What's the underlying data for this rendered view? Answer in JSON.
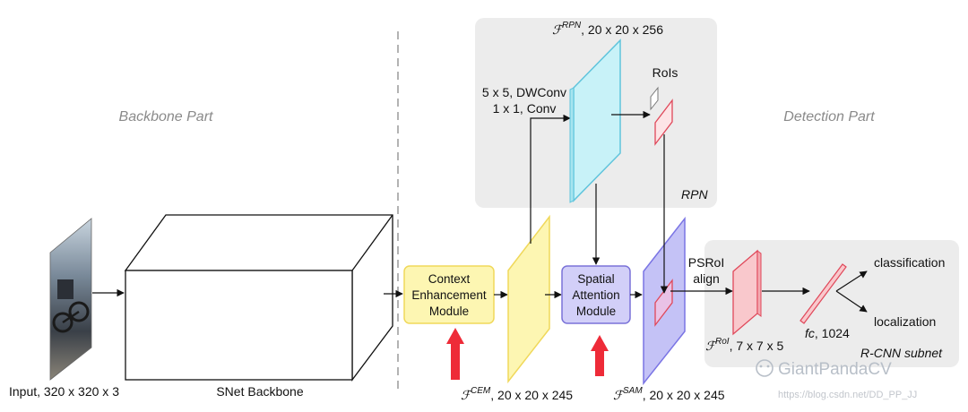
{
  "sections": {
    "backbone": "Backbone Part",
    "detection": "Detection Part"
  },
  "input_label": "Input, 320 x 320 x 3",
  "backbone_label": "SNet Backbone",
  "cem": {
    "line1": "Context",
    "line2": "Enhancement",
    "line3": "Module"
  },
  "sam": {
    "line1": "Spatial",
    "line2": "Attention",
    "line3": "Module"
  },
  "rpn": {
    "region_label": "RPN",
    "feature_symbol": "ℱ",
    "feature_sup": "RPN",
    "feature_dims": ", 20 x 20 x 256",
    "conv_line1": "5 x 5, DWConv",
    "conv_line2": "1 x 1, Conv",
    "rois_label": "RoIs"
  },
  "cem_feature": {
    "symbol": "ℱ",
    "sup": "CEM",
    "dims": ", 20 x 20 x 245"
  },
  "sam_feature": {
    "symbol": "ℱ",
    "sup": "SAM",
    "dims": ", 20 x 20 x 245"
  },
  "rcnn": {
    "psroi_line1": "PSRoI",
    "psroi_line2": "align",
    "roi_symbol": "ℱ",
    "roi_sup": "RoI",
    "roi_dims": ", 7 x 7 x 5",
    "fc_italic": "fc",
    "fc_dims": ", 1024",
    "out_class": "classification",
    "out_loc": "localization",
    "subnet_label": "R-CNN subnet"
  },
  "watermark": {
    "brand": "GiantPandaCV",
    "url": "https://blog.csdn.net/DD_PP_JJ"
  },
  "colors": {
    "panel_bg": "#ececec",
    "cem_fill": "#fdf6b2",
    "cem_stroke": "#f0d85a",
    "sam_fill": "#d2cff8",
    "sam_stroke": "#7a72d8",
    "rpn_fill": "#c8f2f8",
    "rpn_stroke": "#5fc4dc",
    "sam_feat_fill": "#c4c2f6",
    "sam_feat_stroke": "#7a74e4",
    "roi_stroke": "#e0485a",
    "red_arrow": "#ee2b38"
  }
}
